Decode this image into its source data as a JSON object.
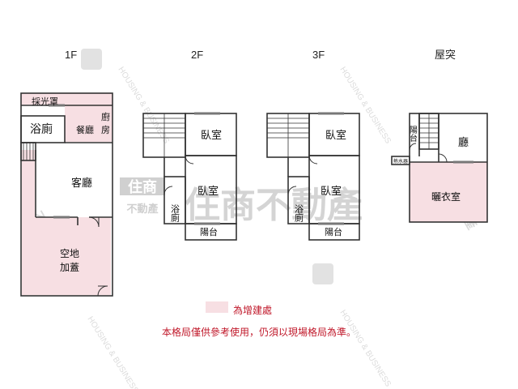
{
  "floors": {
    "f1": "1F",
    "f2": "2F",
    "f3": "3F",
    "roof": "屋突"
  },
  "rooms": {
    "f1_skylight": "採光罩",
    "f1_bath": "浴廁",
    "f1_kitchen": "廚",
    "f1_dining": "餐廳",
    "f1_room_suffix": "房",
    "f1_living": "客廳",
    "f1_yard_line1": "空地",
    "f1_yard_line2": "加蓋",
    "f2_bed1": "臥室",
    "f2_bed2": "臥室",
    "f2_bath": "浴廁",
    "f2_balcony": "陽台",
    "f3_bed1": "臥室",
    "f3_bed2": "臥室",
    "f3_bath": "浴廁",
    "f3_balcony": "陽台",
    "roof_balcony": "陽台",
    "roof_hall": "廳",
    "roof_laundry": "曬衣室",
    "roof_heater": "熱水器"
  },
  "watermark": {
    "brand_cn_short": "住商",
    "brand_cn_line2": "不動產",
    "brand_full": "住商不動產",
    "brand_en": "HOUSING & BUSINESS"
  },
  "legend": {
    "swatch_color": "#f7dfe3",
    "label": "為增建處"
  },
  "note": "本格局僅供參考使用，仍須以現場格局為準。",
  "colors": {
    "wall": "#333333",
    "extension_fill": "#f7dfe3",
    "note_red": "#c0182a",
    "watermark_gray": "#d9d9d9"
  }
}
